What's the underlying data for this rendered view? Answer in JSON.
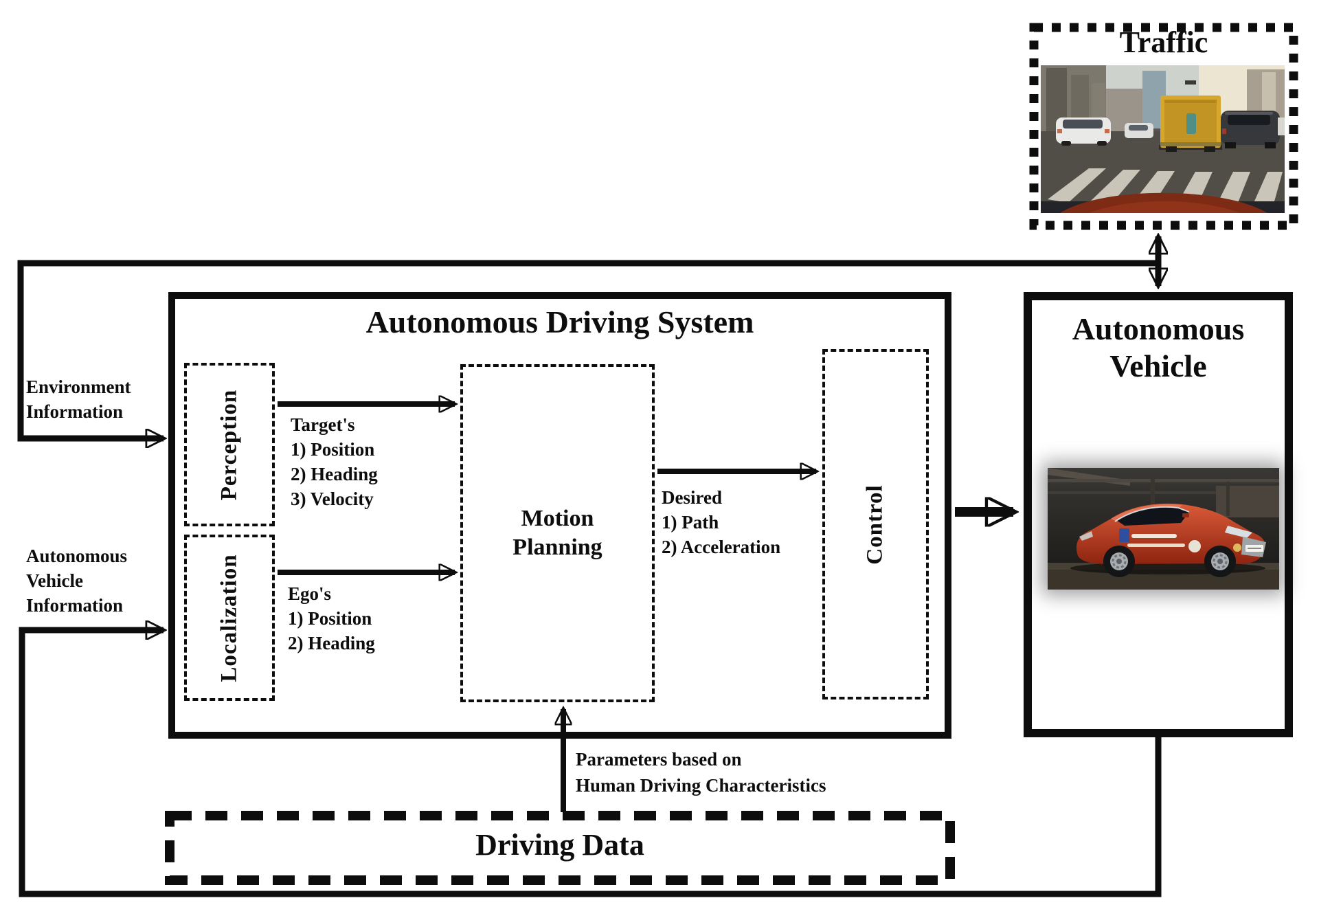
{
  "page": {
    "background": "#ffffff",
    "ink": "#0d0d0d"
  },
  "traffic_box": {
    "title": "Traffic",
    "photo_icon": "dashcam-traffic-scene-photo"
  },
  "ads_box": {
    "title": "Autonomous Driving System",
    "perception_label": "Perception",
    "localization_label": "Localization",
    "motion_planning_label": "Motion Planning",
    "control_label": "Control"
  },
  "av_box": {
    "title": "Autonomous Vehicle",
    "photo_icon": "red-autonomous-test-car-photo"
  },
  "driving_data_box": {
    "title": "Driving Data"
  },
  "labels": {
    "environment_information": [
      "Environment",
      "Information"
    ],
    "autonomous_vehicle_information": [
      "Autonomous",
      "Vehicle",
      "Information"
    ],
    "target_outputs": [
      "Target's",
      "1) Position",
      "2) Heading",
      "3) Velocity"
    ],
    "ego_outputs": [
      "Ego's",
      "1) Position",
      "2) Heading"
    ],
    "desired_outputs": [
      "Desired",
      "1) Path",
      "2) Acceleration"
    ],
    "parameters": [
      "Parameters based on",
      "Human Driving Characteristics"
    ]
  }
}
